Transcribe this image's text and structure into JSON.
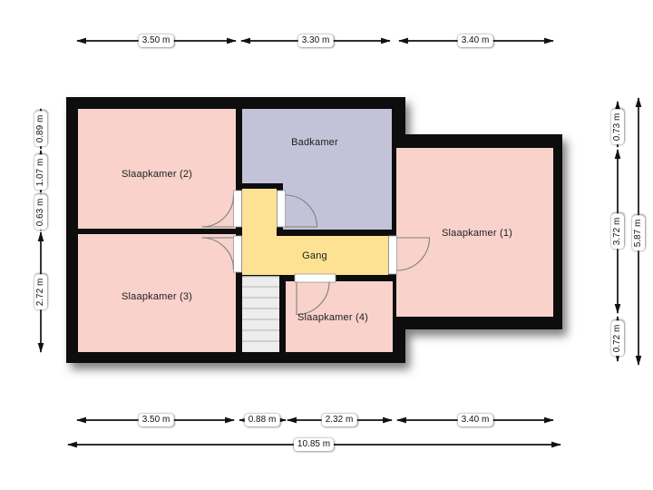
{
  "rooms": {
    "slaapkamer_2": "Slaapkamer (2)",
    "badkamer": "Badkamer",
    "slaapkamer_1": "Slaapkamer (1)",
    "slaapkamer_3": "Slaapkamer (3)",
    "gang": "Gang",
    "slaapkamer_4": "Slaapkamer (4)"
  },
  "dimensions": {
    "top": [
      "3.50 m",
      "3.30 m",
      "3.40 m"
    ],
    "bottom": [
      "3.50 m",
      "0.88 m",
      "2.32 m",
      "3.40 m"
    ],
    "bottom_total": "10.85 m",
    "left": [
      "0.89 m",
      "1.07 m",
      "0.63 m",
      "2.72 m"
    ],
    "right": [
      "0.73 m",
      "3.72 m",
      "0.72 m"
    ],
    "right_total": "5.87 m"
  },
  "colors": {
    "room_pink": "#f8d2cb",
    "bathroom_lavender": "#c3c2d9",
    "hallway_yellow": "#fde293",
    "stairs_gray": "#ededed",
    "wall_black": "#0d0d0d",
    "background": "#ffffff"
  }
}
